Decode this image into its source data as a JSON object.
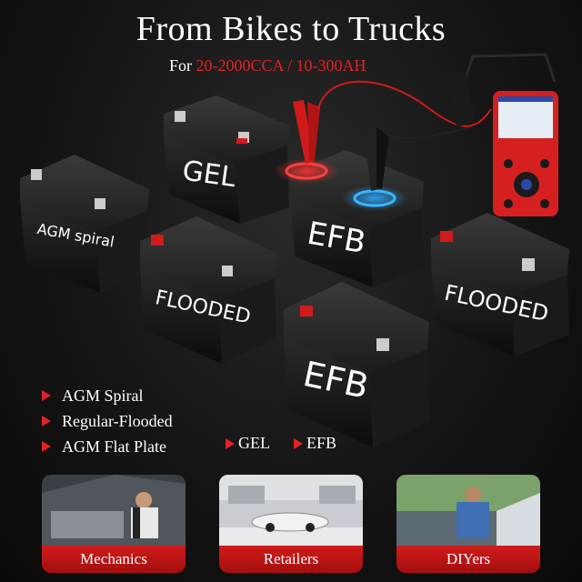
{
  "header": {
    "title": "From Bikes to Trucks",
    "subtitle_prefix": "For ",
    "subtitle_range": "20-2000CCA / 10-300AH"
  },
  "batteries": {
    "agm_spiral": "AGM spiral",
    "gel": "GEL",
    "efb_top": "EFB",
    "flooded_left": "FLOODED",
    "flooded_right": "FLOODED",
    "efb_bottom": "EFB"
  },
  "features": {
    "list": [
      "AGM Spiral",
      "Regular-Flooded",
      "AGM Flat Plate"
    ],
    "inline": [
      "GEL",
      "EFB"
    ]
  },
  "audiences": [
    "Mechanics",
    "Retailers",
    "DIYers"
  ],
  "colors": {
    "accent": "#e02424",
    "tester_body": "#d62020",
    "battery_body": "#141414"
  },
  "icons": [
    "triangle-bullet-icon",
    "battery-tester-icon",
    "clamp-icon"
  ]
}
